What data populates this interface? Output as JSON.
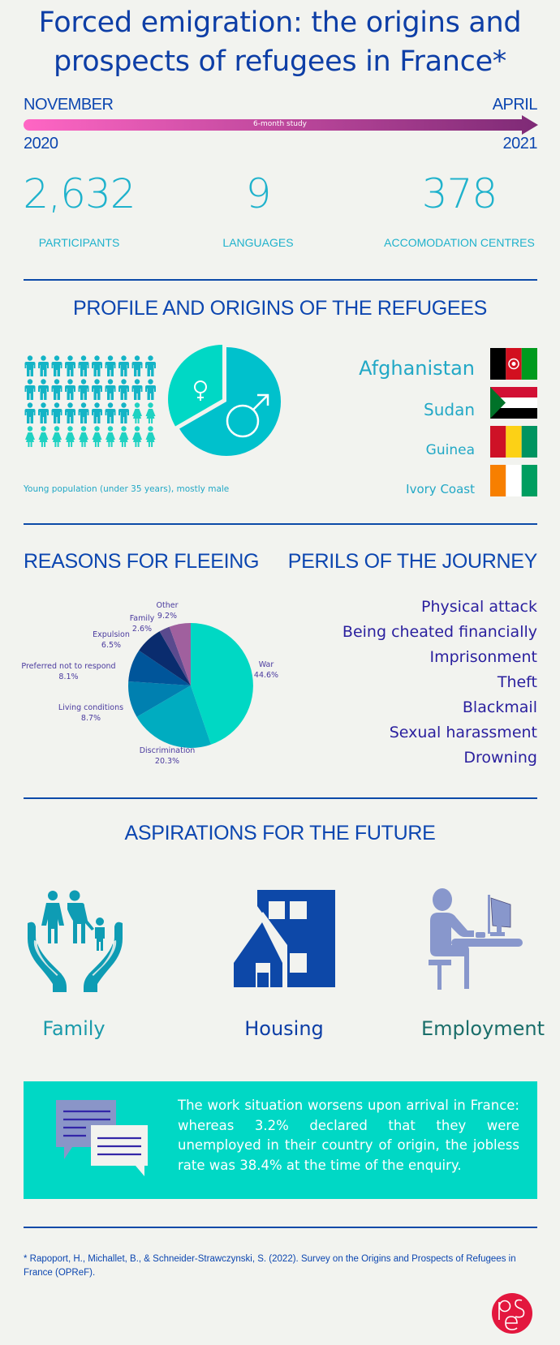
{
  "header": {
    "title_line1": "Forced emigration: the origins and",
    "title_line2": "prospects of refugees in France*"
  },
  "timeline": {
    "start_month": "NOVEMBER",
    "start_year": "2020",
    "end_month": "APRIL",
    "end_year": "2021",
    "bar_label": "6-month study",
    "gradient_start": "#ff66c4",
    "gradient_end": "#7e2a76"
  },
  "stats": [
    {
      "value": "2,632",
      "label": "PARTICIPANTS"
    },
    {
      "value": "9",
      "label": "LANGUAGES"
    },
    {
      "value": "378",
      "label": "ACCOMODATION CENTRES"
    }
  ],
  "profile": {
    "title": "PROFILE AND ORIGINS OF THE REFUGEES",
    "caption": "Young population (under 35 years), mostly male",
    "people_grid": {
      "columns": 10,
      "rows": 4,
      "male_count": 28,
      "female_count": 12
    },
    "gender_icons": {
      "female": "female-symbol-icon",
      "male": "male-symbol-icon"
    },
    "countries": [
      {
        "name": "Afghanistan",
        "flag": "afghanistan-flag"
      },
      {
        "name": "Sudan",
        "flag": "sudan-flag"
      },
      {
        "name": "Guinea",
        "flag": "guinea-flag"
      },
      {
        "name": "Ivory Coast",
        "flag": "ivory-coast-flag"
      }
    ],
    "colors": {
      "male": "#00c1cc",
      "female": "#00d8c5"
    }
  },
  "reasons": {
    "title": "REASONS FOR FLEEING",
    "slices": [
      {
        "label": "War",
        "value": "44.6%"
      },
      {
        "label": "Discrimination",
        "value": "20.3%"
      },
      {
        "label": "Living conditions",
        "value": "8.7%"
      },
      {
        "label": "Preferred not to respond",
        "value": "8.1%"
      },
      {
        "label": "Expulsion",
        "value": "6.5%"
      },
      {
        "label": "Family",
        "value": "2.6%"
      },
      {
        "label": "Other",
        "value": "9.2%"
      }
    ]
  },
  "perils": {
    "title": "PERILS OF THE JOURNEY",
    "items": [
      "Physical attack",
      "Being cheated financially",
      "Imprisonment",
      "Theft",
      "Blackmail",
      "Sexual harassment",
      "Drowning"
    ]
  },
  "aspirations": {
    "title": "ASPIRATIONS FOR THE FUTURE",
    "items": [
      {
        "label": "Family",
        "icon": "family-hands-icon",
        "color": "#1a9aaa"
      },
      {
        "label": "Housing",
        "icon": "house-building-icon",
        "color": "#0d3ea6"
      },
      {
        "label": "Employment",
        "icon": "person-at-computer-icon",
        "color": "#1a6e6a"
      }
    ]
  },
  "callout": {
    "icon": "chat-bubbles-icon",
    "text": "The work situation worsens upon arrival in France: whereas 3.2% declared that they were unemployed in their country of origin, the jobless rate was 38.4% at the time of the enquiry."
  },
  "footnote": {
    "text": "* Rapoport, H., Michallet, B., & Schneider-Strawczynski, S. (2022). Survey on the Origins and Prospects of Refugees in France (OPReF)."
  },
  "logo": {
    "text": "pse",
    "color": "#e3173e"
  },
  "chart_data": [
    {
      "type": "pie",
      "title": "REASONS FOR FLEEING",
      "categories": [
        "War",
        "Discrimination",
        "Living conditions",
        "Preferred not to respond",
        "Expulsion",
        "Family",
        "Other"
      ],
      "values": [
        44.6,
        20.3,
        8.7,
        8.1,
        6.5,
        2.6,
        9.2
      ],
      "colors": [
        "#00d8c4",
        "#00acc0",
        "#0080b0",
        "#00559a",
        "#0a2c6e",
        "#5a4a8e",
        "#a0609e"
      ],
      "unit": "%"
    },
    {
      "type": "pie",
      "title": "Gender split",
      "categories": [
        "Female",
        "Male"
      ],
      "values": [
        30,
        70
      ],
      "colors": [
        "#00d8c5",
        "#00c1cc"
      ]
    }
  ]
}
